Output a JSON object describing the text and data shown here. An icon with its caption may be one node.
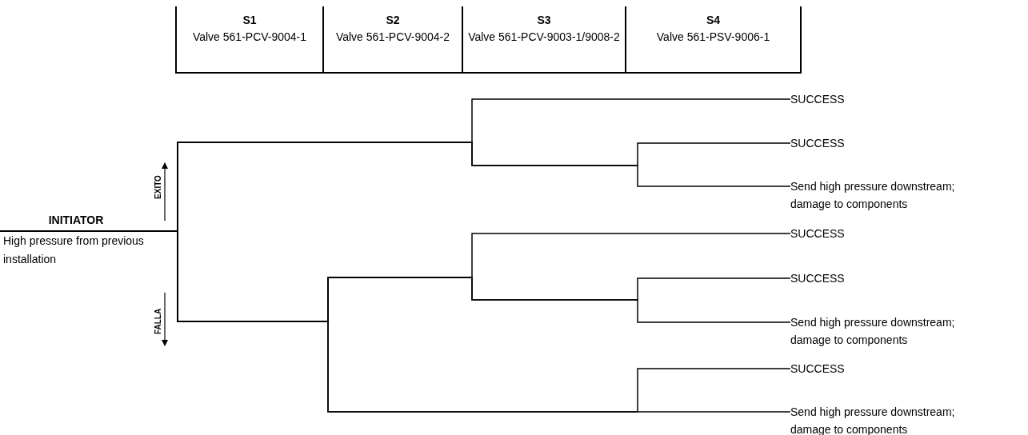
{
  "diagram": {
    "nodes": [
      {
        "text": [
          "INITIATOR",
          "High pressure from previous installation"
        ]
      },
      {
        "text": [
          "SUCCESS"
        ]
      },
      {
        "text": [
          "SUCCESS"
        ]
      },
      {
        "text": [
          "Send high pressure downstream; damage to components"
        ]
      },
      {
        "text": [
          "SUCCESS"
        ]
      },
      {
        "text": [
          "SUCCESS"
        ]
      },
      {
        "text": [
          "Send high pressure downstream; damage to components"
        ]
      },
      {
        "text": [
          "SUCCESS"
        ]
      },
      {
        "text": [
          "Send high pressure downstream; damage to components"
        ]
      }
    ],
    "edges": [
      {
        "from": 0,
        "to": 1,
        "arrow": "none"
      },
      {
        "from": 0,
        "to": 2,
        "arrow": "none"
      },
      {
        "from": 0,
        "to": 3,
        "arrow": "none"
      },
      {
        "from": 0,
        "to": 4,
        "arrow": "none"
      },
      {
        "from": 0,
        "to": 5,
        "arrow": "none"
      },
      {
        "from": 0,
        "to": 6,
        "arrow": "none"
      },
      {
        "from": 0,
        "to": 7,
        "arrow": "none"
      },
      {
        "from": 0,
        "to": 8,
        "arrow": "none"
      }
    ],
    "labels": [
      "S1",
      "S2",
      "S3",
      "S4",
      "Valve 561-PCV-9004-1",
      "Valve 561-PCV-9004-2",
      "Valve 561-PCV-9003-1/9008-2",
      "Valve 561-PSV-9006-1",
      "EXITO",
      "FALLA"
    ]
  }
}
